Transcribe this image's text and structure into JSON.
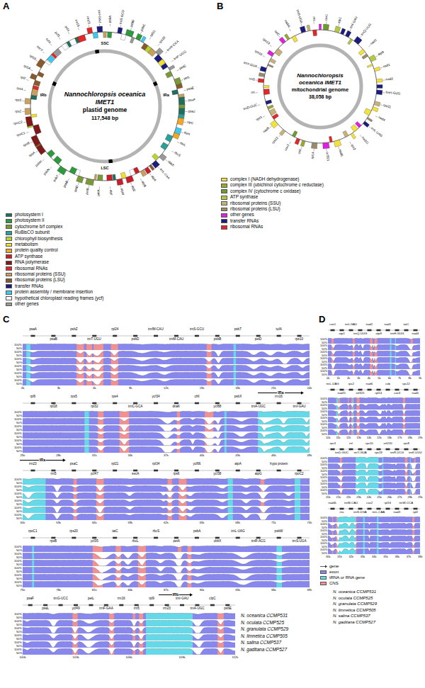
{
  "diagram": {
    "nodes": [
      {
        "text": [
          "Nannochloropsis oceanica IMET1",
          "plastid genome",
          "117,548 bp"
        ]
      },
      {
        "text": [
          "Nannochloropsis oceanica IMET1",
          "mitochondrial genome",
          "38,058 bp"
        ]
      }
    ],
    "labels": [
      "A",
      "B",
      "C",
      "D",
      "SSC",
      "IRa",
      "LSC",
      "IRb",
      "psbA",
      "trnS-GCU",
      "psbD",
      "psbC",
      "rpl31",
      "rps20",
      "trnW-CCA",
      "trnP-UGG",
      "petG",
      "petL",
      "psaE",
      "psaF",
      "psaJ",
      "clpC",
      "ftsH",
      "rbcL",
      "rbcS",
      "cbbX",
      "trnL-CAA",
      "atpA",
      "atpB",
      "atpE",
      "atpH",
      "atpI",
      "petA",
      "petB",
      "petD",
      "psbB",
      "psbT",
      "psbN",
      "psbH",
      "rpoA",
      "rpoB",
      "rpoC1",
      "rpoC2",
      "rps2",
      "rps3",
      "rps4",
      "rpl2",
      "rpl14",
      "rpl16",
      "secY",
      "tufA",
      "ycf3",
      "ycf4",
      "rrn16",
      "rrn23",
      "trnI-GAU",
      "cox1",
      "atp1",
      "trnI-GAU",
      "trnQ-UUG",
      "nad2",
      "atp9",
      "nad1",
      "nad3",
      "trnH-GUG",
      "rps11",
      "nad4",
      "trnL-UAG",
      "nad11",
      "rps2",
      "nad6",
      "orf321",
      "rpl14",
      "cob",
      "cox3",
      "rps12",
      "nad5",
      "rps3",
      "trnD-GUC",
      "rnl",
      "rrn5",
      "trnY-GUA",
      "rps10",
      "rps19",
      "tatC",
      "nad4L",
      "trnS-UGA",
      "rns",
      "psaA",
      "psaB",
      "psbZ",
      "trnT-UGU",
      "rpl24",
      "psbD",
      "trnfM-CAU",
      "trnM-CAU",
      "trnS-GCU",
      "psbB",
      "psbT",
      "petD",
      "tufA",
      "rps10",
      "rpl6",
      "rpl18",
      "rps5",
      "rpl32",
      "rps4",
      "trnC-GCA",
      "ycf34",
      "dnaK",
      "chlI",
      "ycf88",
      "psbX",
      "trnA-UGC",
      "rrn16",
      "trnI-GAU",
      "rrn23",
      "rrn5",
      "psaC",
      "ycf47",
      "rpl21",
      "secA",
      "rpl34",
      "rps6",
      "ycf66",
      "ycf38",
      "atpA",
      "atpG",
      "hypo protein",
      "rpoC2",
      "rpoC1",
      "rpoB",
      "rps20",
      "ycf35",
      "tatC",
      "rbcL",
      "rbcS",
      "petA",
      "psbA",
      "cbbX",
      "trnL-UAG",
      "trnR-ACG",
      "psbW",
      "trnS-UGA",
      "psaF",
      "psaL",
      "trnG-UCC",
      "ycf49",
      "petL",
      "trnF-GAA",
      "rrn16",
      "rrn5",
      "rpl9",
      "rrn23",
      "trnI-GAU",
      "trnA-UGC",
      "clpC",
      "psbE",
      "IRa",
      "IRa",
      "IRb",
      "0k",
      "3k",
      "6k",
      "9k",
      "12k",
      "15k",
      "18k",
      "21k",
      "24k",
      "25k",
      "28k",
      "31k",
      "34k",
      "37k",
      "40k",
      "43k",
      "46k",
      "49k",
      "50k",
      "53k",
      "56k",
      "59k",
      "62k",
      "65k",
      "68k",
      "71k",
      "74k",
      "75k",
      "78k",
      "81k",
      "84k",
      "87k",
      "90k",
      "93k",
      "96k",
      "99k",
      "100k",
      "103k",
      "106k",
      "109k",
      "112k",
      "100%",
      "50%",
      "100%",
      "50%",
      "100%",
      "50%",
      "100%",
      "50%",
      "100%",
      "50%",
      "100%",
      "50%",
      "100%",
      "50%",
      "100%",
      "50%",
      "100%",
      "50%",
      "100%",
      "50%",
      "100%",
      "50%",
      "100%",
      "50%",
      "100%",
      "50%",
      "100%",
      "50%",
      "100%",
      "50%",
      "100%",
      "50%",
      "100%",
      "50%",
      "100%",
      "50%",
      "100%",
      "50%",
      "100%",
      "50%",
      "100%",
      "50%",
      "100%",
      "50%",
      "100%",
      "50%",
      "100%",
      "50%",
      "100%",
      "50%",
      "100%",
      "50%",
      "100%",
      "50%",
      "100%",
      "50%",
      "100%",
      "50%",
      "100%",
      "50%",
      "N. oceanica CCMP531",
      "N. oculata CCMP525",
      "N. granulata CCMP529",
      "N. limnetica CCMP505",
      "N. salina CCMP537",
      "N. gaditana CCMP527",
      "cox1",
      "atp1",
      "trnI-GAU",
      "trnQ-UUG",
      "nad2",
      "atp9",
      "nad1",
      "trnH-GUG",
      "tatC",
      "nad4",
      "trnL-UAG",
      "nad11",
      "rps2",
      "orf321",
      "nad6",
      "rpl14",
      "cob",
      "cox3",
      "rps12",
      "nad5",
      "rps3",
      "trnD-GUC",
      "rnl",
      "trnY-GUA",
      "rps10",
      "rps19",
      "orf220",
      "trnR-UCG",
      "rps8",
      "trnK-UUU",
      "nad4L",
      "rns",
      "trnM-CAU",
      "trnS-UGA",
      "cox2",
      "trnL-CAA",
      "rpl16",
      "nad3",
      "trnW-CCA",
      "rpl2",
      "0k",
      "1k",
      "2k",
      "3k",
      "4k",
      "5k",
      "6k",
      "7k",
      "8k",
      "9k",
      "10k",
      "11k",
      "12k",
      "13k",
      "14k",
      "15k",
      "16k",
      "17k",
      "18k",
      "19k",
      "20k",
      "21k",
      "22k",
      "23k",
      "24k",
      "25k",
      "26k",
      "27k",
      "28k",
      "29k",
      "30k",
      "31k",
      "32k",
      "33k",
      "34k",
      "35k",
      "36k",
      "37k",
      "38k",
      "100%",
      "50%",
      "100%",
      "50%",
      "100%",
      "50%",
      "100%",
      "50%",
      "100%",
      "50%",
      "100%",
      "50%",
      "100%",
      "50%",
      "100%",
      "50%",
      "100%",
      "50%",
      "100%",
      "50%",
      "100%",
      "50%",
      "100%",
      "50%",
      "100%",
      "50%",
      "100%",
      "50%",
      "100%",
      "50%",
      "100%",
      "50%",
      "100%",
      "50%",
      "100%",
      "50%",
      "100%",
      "50%",
      "100%",
      "50%",
      "100%",
      "50%",
      "100%",
      "50%",
      "100%",
      "50%",
      "100%",
      "50%",
      "N. oceanica CCMP531",
      "N. oculata CCMP525",
      "N. granulata CCMP529",
      "N. limnetica CCMP505",
      "N. salina CCMP537",
      "N. gaditana CCMP527"
    ],
    "legend": [
      {
        "text": "photosystem I",
        "color": "#1f6f5f"
      },
      {
        "text": "photosystem II",
        "color": "#2e9a3e"
      },
      {
        "text": "cytochrome b/f complex",
        "color": "#7a9a3a"
      },
      {
        "text": "RuBisCO subunit",
        "color": "#2aa198"
      },
      {
        "text": "chlorophyll biosynthesis",
        "color": "#b8d432"
      },
      {
        "text": "metabolism",
        "color": "#f0e030"
      },
      {
        "text": "protein quality control",
        "color": "#f5a623"
      },
      {
        "text": "ATP synthase",
        "color": "#c8202a"
      },
      {
        "text": "RNA polymerase",
        "color": "#7f1a1a"
      },
      {
        "text": "ribosomal RNAs",
        "color": "#e32626"
      },
      {
        "text": "ribosomal proteins (SSU)",
        "color": "#c8a060"
      },
      {
        "text": "ribosomal proteins (LSU)",
        "color": "#8b5a2b"
      },
      {
        "text": "transfer RNAs",
        "color": "#1c1c7c"
      },
      {
        "text": "protein assembly / membrane insertion",
        "color": "#40c8f0"
      },
      {
        "text": "hypothetical chloroplast reading frames (ycf)",
        "color": "#ffffff"
      },
      {
        "text": "other genes",
        "color": "#999999"
      },
      {
        "text": "complex I (NADH dehydrogenase)",
        "color": "#f3e23c"
      },
      {
        "text": "complex III (ubichinol cytochrome c reductase)",
        "color": "#9aa832"
      },
      {
        "text": "complex IV (cytochrome c oxidase)",
        "color": "#6f9a2e"
      },
      {
        "text": "ATP synthase",
        "color": "#b5c843"
      },
      {
        "text": "ribosomal proteins (SSU)",
        "color": "#c9b27a"
      },
      {
        "text": "ribosomal proteins (LSU)",
        "color": "#9b8b6a"
      },
      {
        "text": "other genes",
        "color": "#e020e0"
      },
      {
        "text": "transfer RNAs",
        "color": "#1c1c7c"
      },
      {
        "text": "ribosomal RNAs",
        "color": "#e32626"
      },
      {
        "text": "gene"
      },
      {
        "text": "exon",
        "color": "#8787ee"
      },
      {
        "text": "tRNA or RNA gene",
        "color": "#66d9e8"
      },
      {
        "text": "CNS",
        "color": "#f29191"
      }
    ]
  }
}
